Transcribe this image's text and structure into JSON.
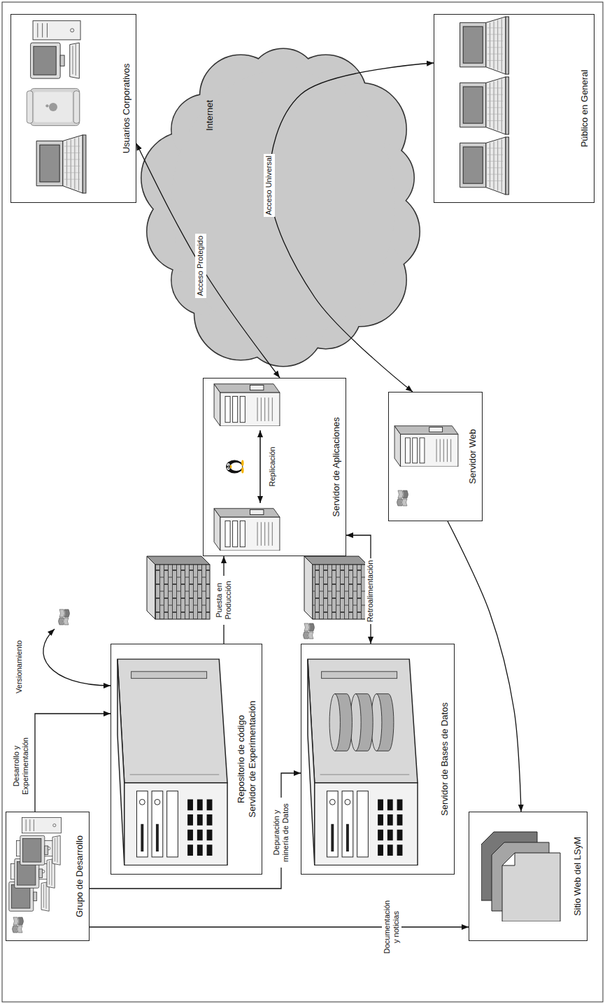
{
  "diagram": {
    "nodes": [
      {
        "text": [
          "Grupo de Desarrollo"
        ]
      },
      {
        "text": [
          "Repositorio de código Servidor de Experimentación"
        ]
      },
      {
        "text": [
          "Servidor de Bases de Datos"
        ]
      },
      {
        "text": [
          "Sitio Web del LSyM"
        ]
      },
      {
        "text": [
          "Servidor de Aplicaciones"
        ]
      },
      {
        "text": [
          "Servidor Web"
        ]
      },
      {
        "text": [
          "Internet"
        ]
      },
      {
        "text": [
          "Usuarios Corporativos"
        ]
      },
      {
        "text": [
          "Público en General"
        ]
      }
    ],
    "edges": [
      {
        "from": 0,
        "to": 1,
        "label": "Desarrollo y Experimentación",
        "arrow": "to"
      },
      {
        "from": 0,
        "to": 2,
        "label": "Depuración y minería de Datos",
        "arrow": "to"
      },
      {
        "from": 0,
        "to": 3,
        "label": "Documentación y noticias",
        "arrow": "to"
      },
      {
        "from": 1,
        "to": 4,
        "label": "Puesta en Producción",
        "arrow": "to"
      },
      {
        "from": 2,
        "to": 4,
        "label": "Retroalimentación",
        "arrow": "both"
      },
      {
        "from": 4,
        "to": 7,
        "label": "Acceso Protegido",
        "arrow": "both"
      },
      {
        "from": 5,
        "to": 8,
        "label": "Acceso Universal",
        "arrow": "both"
      },
      {
        "from": 5,
        "to": 3,
        "arrow": "to"
      }
    ],
    "labels": [
      "Versionamiento",
      "Replicación"
    ]
  }
}
